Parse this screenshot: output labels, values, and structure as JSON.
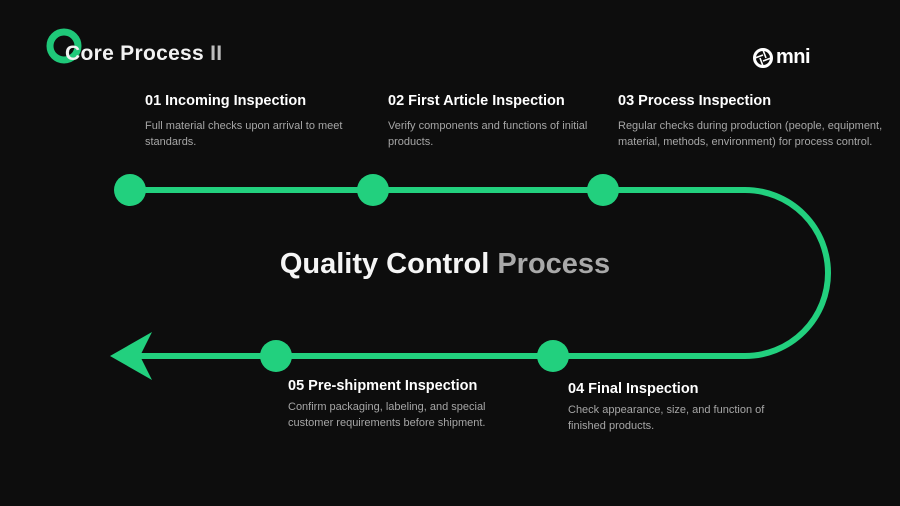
{
  "header": {
    "title_main": "Core Process",
    "title_suffix": " II",
    "logo_icon": "ring-logo-icon",
    "brand": "mni",
    "brand_icon": "aperture-o-icon"
  },
  "main": {
    "title_main": "Quality Control ",
    "title_suffix": "Process"
  },
  "colors": {
    "accent": "#22d07e",
    "background": "#0d0d0d"
  },
  "steps": [
    {
      "title": "01 Incoming Inspection",
      "desc": "Full material checks upon arrival to meet standards."
    },
    {
      "title": "02 First Article Inspection",
      "desc": "Verify components and functions of initial products."
    },
    {
      "title": "03 Process Inspection",
      "desc": "Regular checks during production (people, equipment, material, methods, environment) for process control."
    },
    {
      "title": "04 Final Inspection",
      "desc": "Check appearance, size, and function of finished products."
    },
    {
      "title": "05 Pre-shipment Inspection",
      "desc": "Confirm packaging, labeling, and special customer requirements before shipment."
    }
  ]
}
